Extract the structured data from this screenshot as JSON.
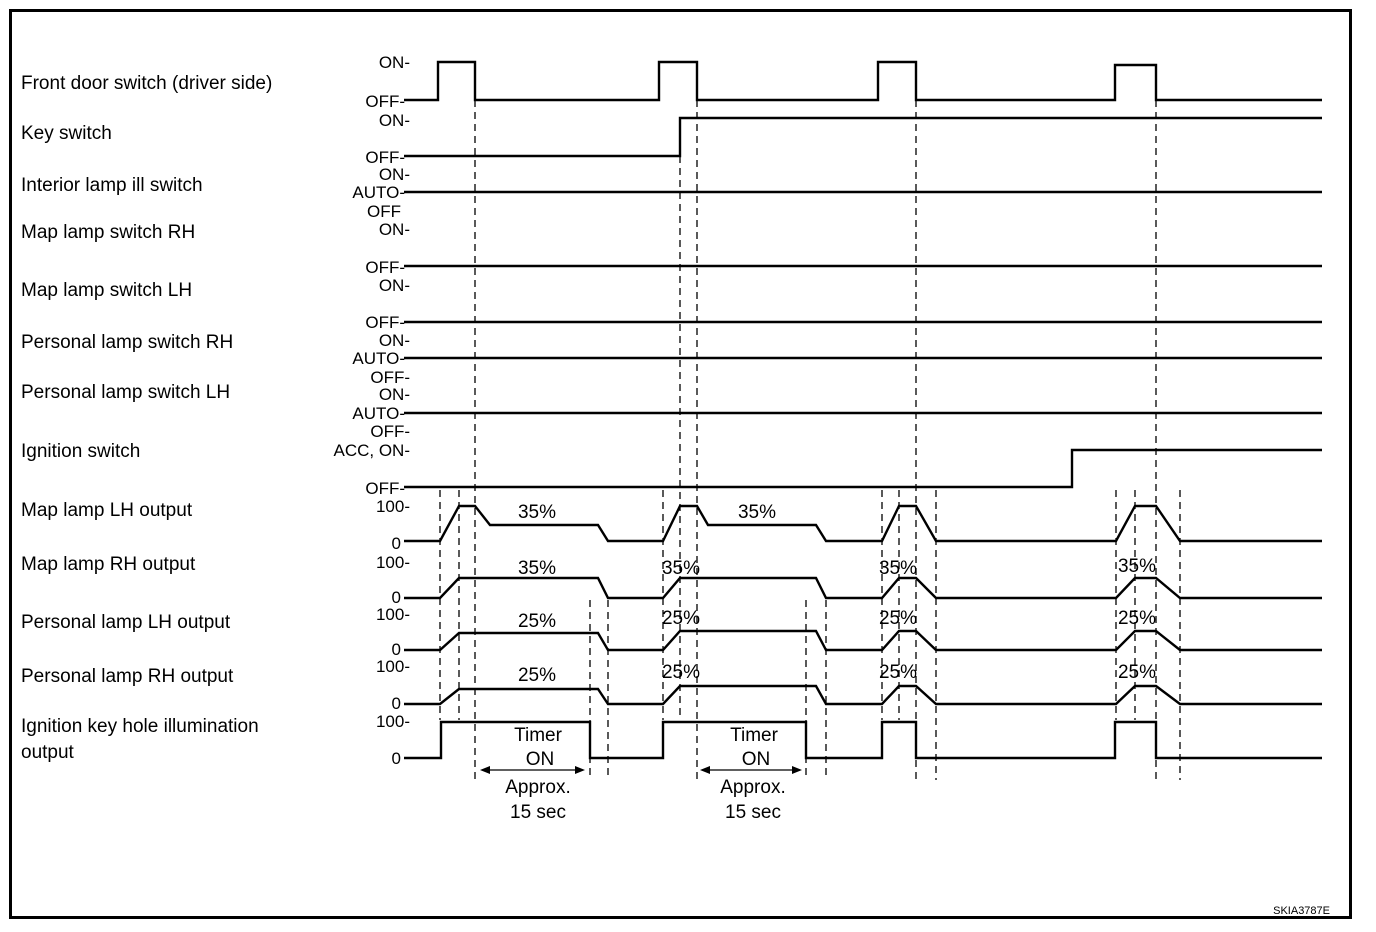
{
  "signals": [
    {
      "label": "Front door switch (driver side)",
      "levels": [
        "ON-",
        "OFF-"
      ]
    },
    {
      "label": "Key switch",
      "levels": [
        "ON-",
        "OFF-"
      ]
    },
    {
      "label": "Interior lamp ill switch",
      "levels": [
        "ON-",
        "AUTO-",
        "OFF"
      ]
    },
    {
      "label": "Map lamp switch RH",
      "levels": [
        "ON-",
        "OFF-"
      ]
    },
    {
      "label": "Map lamp switch LH",
      "levels": [
        "ON-",
        "OFF-"
      ]
    },
    {
      "label": "Personal lamp switch RH",
      "levels": [
        "ON-",
        "AUTO-",
        "OFF-"
      ]
    },
    {
      "label": "Personal lamp switch LH",
      "levels": [
        "ON-",
        "AUTO-",
        "OFF-"
      ]
    },
    {
      "label": "Ignition switch",
      "levels": [
        "ACC, ON-",
        "OFF-"
      ]
    },
    {
      "label": "Map lamp LH output",
      "levels": [
        "100-",
        "0"
      ]
    },
    {
      "label": "Map lamp RH output",
      "levels": [
        "100-",
        "0"
      ]
    },
    {
      "label": "Personal lamp LH output",
      "levels": [
        "100-",
        "0"
      ]
    },
    {
      "label": "Personal lamp RH output",
      "levels": [
        "100-",
        "0"
      ]
    },
    {
      "label": "Ignition key hole illumination",
      "label2": "output",
      "levels": [
        "100-",
        "0"
      ]
    }
  ],
  "dim_labels": {
    "map_lh": [
      "35%",
      "35%"
    ],
    "map_rh": [
      "35%",
      "35%",
      "35%",
      "35%"
    ],
    "personal_lh": [
      "25%",
      "25%",
      "25%",
      "25%"
    ],
    "personal_rh": [
      "25%",
      "25%",
      "25%",
      "25%"
    ]
  },
  "timer": {
    "line1": "Timer",
    "line2": "ON",
    "approx1": "Approx.",
    "approx2": "15 sec"
  },
  "figure_id": "SKIA3787E"
}
